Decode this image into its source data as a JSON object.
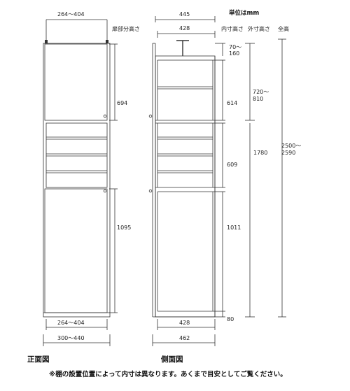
{
  "header": {
    "unit": "単位はmm",
    "door_height": "扉部分高さ",
    "inner_height": "内寸高さ",
    "outer_height": "外寸高さ",
    "total_height": "全高"
  },
  "front": {
    "top_width": "264～404",
    "upper_door": "694",
    "lower_door": "1095",
    "bottom_inner_width": "264～404",
    "bottom_outer_width": "300～440",
    "title": "正面図"
  },
  "side": {
    "top_depth": "445",
    "inner_depth_top": "428",
    "top_gap_a": "70～",
    "top_gap_b": "160",
    "upper_inner": "614",
    "middle_inner": "609",
    "lower_inner": "1011",
    "base": "80",
    "upper_outer_a": "720～",
    "upper_outer_b": "810",
    "lower_outer": "1780",
    "total_a": "2500～",
    "total_b": "2590",
    "inner_depth_bottom": "428",
    "outer_depth_bottom": "462",
    "title": "側面図"
  },
  "note": "※棚の設置位置によって内寸は異なります。あくまで目安としてご覧ください。"
}
